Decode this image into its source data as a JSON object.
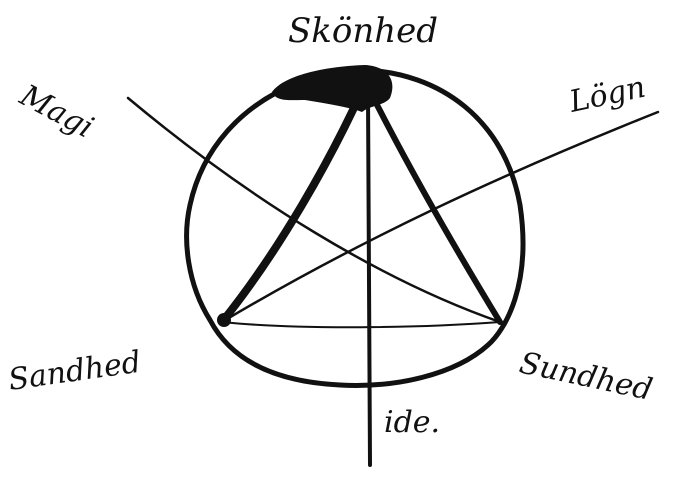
{
  "diagram": {
    "labels": {
      "top": "Skönhed",
      "upper_left": "Magi",
      "upper_right": "Lögn",
      "lower_left": "Sandhed",
      "lower_right": "Sundhed",
      "bottom": "ide."
    },
    "colors": {
      "ink": "#111111",
      "paper": "#ffffff"
    }
  }
}
